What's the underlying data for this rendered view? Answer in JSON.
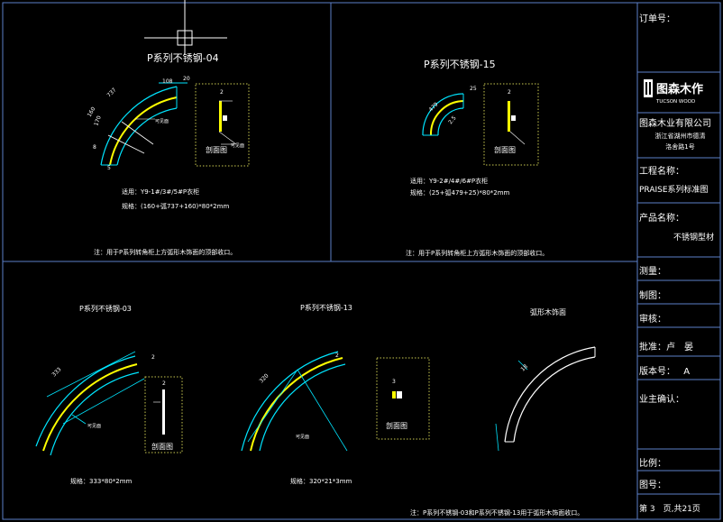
{
  "drawings": {
    "p04": {
      "title": "P系列不锈钢-04",
      "dims": [
        "108",
        "20",
        "737",
        "160",
        "170",
        "8",
        "5"
      ],
      "visible_face": "可见面",
      "section_label": "剖面图",
      "section_dim": "2",
      "applicable": "适用：Y9-1#/3#/5#P衣柜",
      "spec": "规格：(160+弧737+160)*80*2mm",
      "note": "注：用于P系列转角柜上方弧形木饰面的顶部收口。"
    },
    "p15": {
      "title": "P系列不锈钢-15",
      "dims": [
        "25",
        "479",
        "2.5"
      ],
      "section_label": "剖面图",
      "section_dim": "2",
      "applicable": "适用：Y9-2#/4#/6#P衣柜",
      "spec": "规格：(25+弧479+25)*80*2mm",
      "note": "注：用于P系列转角柜上方弧形木饰面的顶部收口。"
    },
    "p03": {
      "title": "P系列不锈钢-03",
      "dims": [
        "333",
        "2"
      ],
      "visible_face": "可见面",
      "section_label": "剖面图",
      "section_dim": "2",
      "spec": "规格：333*80*2mm"
    },
    "p13": {
      "title": "P系列不锈钢-13",
      "dims": [
        "320",
        "2"
      ],
      "visible_face": "可见面",
      "section_label": "剖面图",
      "section_dim": "3",
      "spec": "规格：320*21*3mm"
    },
    "arc": {
      "title": "弧形木饰面",
      "dims": [
        "18"
      ]
    },
    "bottom_note": "注：P系列不锈钢-03和P系列不锈钢-13用于弧形木饰面收口。"
  },
  "title_block": {
    "order_no": "订单号：",
    "logo_cn": "图森木作",
    "logo_en": "TUCSON WOOD",
    "company": "图森木业有限公司",
    "address1": "浙江省湖州市德清",
    "address2": "洛舍路1号",
    "project_label": "工程名称：",
    "project_value": "PRAISE系列标准图",
    "product_label": "产品名称：",
    "product_value": "不锈钢型材",
    "measure": "测量：",
    "draw": "制图：",
    "review": "审核：",
    "approve": "批准：卢　晏",
    "version": "版本号：",
    "version_value": "A",
    "owner_confirm": "业主确认：",
    "scale": "比例：",
    "drawing_no": "图号：",
    "page": "第 3　页,共21页"
  },
  "colors": {
    "line": "#5b7fc7",
    "cyan": "#00e5ff",
    "yellow": "#ffff00",
    "white": "#ffffff",
    "dotted": "#c8c850"
  }
}
